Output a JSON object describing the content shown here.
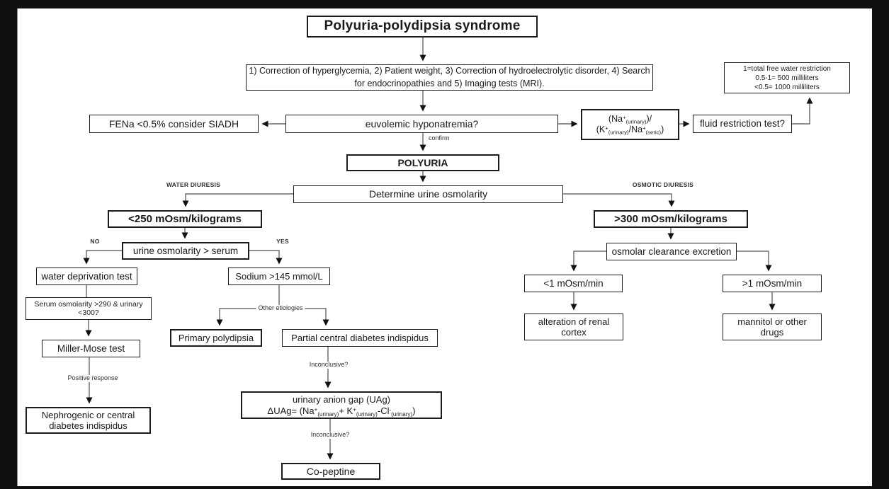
{
  "diagram": {
    "title": "Polyuria-polydipsia syndrome",
    "nodes": {
      "initial_workup": "1) Correction of hyperglycemia, 2) Patient weight, 3) Correction of hydroelectrolytic disorder, 4) Search for endocrinopathies and 5) Imaging tests (MRI).",
      "water_restriction_key": {
        "line1": "1=total free water restriction",
        "line2": "0.5-1= 500 milliliters",
        "line3": "<0.5= 1000 milliliters"
      },
      "fena": "FENa <0.5% consider SIADH",
      "euvolemic": "euvolemic hyponatremia?",
      "nak_ratio": {
        "line1": [
          {
            "t": "(Na"
          },
          {
            "t": "+",
            "s": "sup"
          },
          {
            "t": "(urinary)",
            "s": "sub"
          },
          {
            "t": ")/"
          }
        ],
        "line2": [
          {
            "t": "(K"
          },
          {
            "t": "+",
            "s": "sup"
          },
          {
            "t": "(urinary)",
            "s": "sub"
          },
          {
            "t": "/Na"
          },
          {
            "t": "+",
            "s": "sup"
          },
          {
            "t": "(seric)",
            "s": "sub"
          },
          {
            "t": ")"
          }
        ]
      },
      "fluid_restriction": "fluid restriction test?",
      "polyuria": "POLYURIA",
      "determine_osmolarity": "Determine urine osmolarity",
      "under_250": "<250 mOsm/kilograms",
      "over_300": ">300 mOsm/kilograms",
      "urine_vs_serum": "urine osmolarity > serum",
      "water_deprivation": "water deprivation test",
      "serum_osmolarity": "Serum osmolarity >290 & urinary <300?",
      "miller_mose": "Miller-Mose test",
      "nephrogenic_central": "Nephrogenic or central diabetes indispidus",
      "sodium_145": "Sodium >145 mmol/L",
      "primary_polydipsia": "Primary polydipsia",
      "partial_central": "Partial central diabetes indispidus",
      "uag": {
        "line1": "urinary anion gap (UAg)",
        "line2": [
          {
            "t": "ΔUAg= (Na"
          },
          {
            "t": "+",
            "s": "sup"
          },
          {
            "t": "(urinary)",
            "s": "sub"
          },
          {
            "t": "+ K"
          },
          {
            "t": "+",
            "s": "sup"
          },
          {
            "t": "(urinary)",
            "s": "sub"
          },
          {
            "t": "-Cl"
          },
          {
            "t": "-",
            "s": "sup"
          },
          {
            "t": "(urinary)",
            "s": "sub"
          },
          {
            "t": ")"
          }
        ]
      },
      "co_peptine": "Co-peptine",
      "osmolar_clearance": "osmolar clearance excretion",
      "under_1": "<1 mOsm/min",
      "over_1": ">1 mOsm/min",
      "renal_cortex": "alteration of renal cortex",
      "mannitol": "mannitol or other drugs"
    },
    "edge_labels": {
      "confirm": "confirm",
      "water_diuresis": "WATER DIURESIS",
      "osmotic_diuresis": "OSMOTIC DIURESIS",
      "no": "NO",
      "yes": "YES",
      "other_etiologies": "Other etiologies",
      "positive_response": "Positive response",
      "inconclusive_1": "Inconclusive?",
      "inconclusive_2": "Inconclusive?"
    },
    "colors": {
      "canvas": "#ffffff",
      "frame": "#101010",
      "box_border": "#1c1c1c",
      "connector": "#4d4d4d",
      "text": "#1a1a1a"
    }
  }
}
